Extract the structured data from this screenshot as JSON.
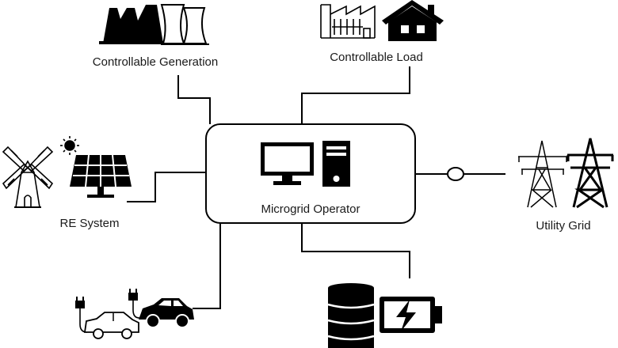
{
  "nodes": {
    "operator": {
      "label": "Microgrid Operator",
      "icon": "computer-icon"
    },
    "controllable_generation": {
      "label": "Controllable Generation",
      "icon": "power-plant-icon"
    },
    "controllable_load": {
      "label": "Controllable Load",
      "icon": "factory-house-icon"
    },
    "re_system": {
      "label": "RE System",
      "icon": "windmill-solar-icon"
    },
    "utility_grid": {
      "label": "Utility Grid",
      "icon": "transmission-tower-icon"
    },
    "electric_vehicles": {
      "label": "",
      "icon": "electric-car-icon"
    },
    "energy_storage": {
      "label": "",
      "icon": "battery-storage-icon"
    }
  },
  "colors": {
    "stroke": "#000000",
    "text": "#1a1a1a",
    "background": "#ffffff"
  }
}
